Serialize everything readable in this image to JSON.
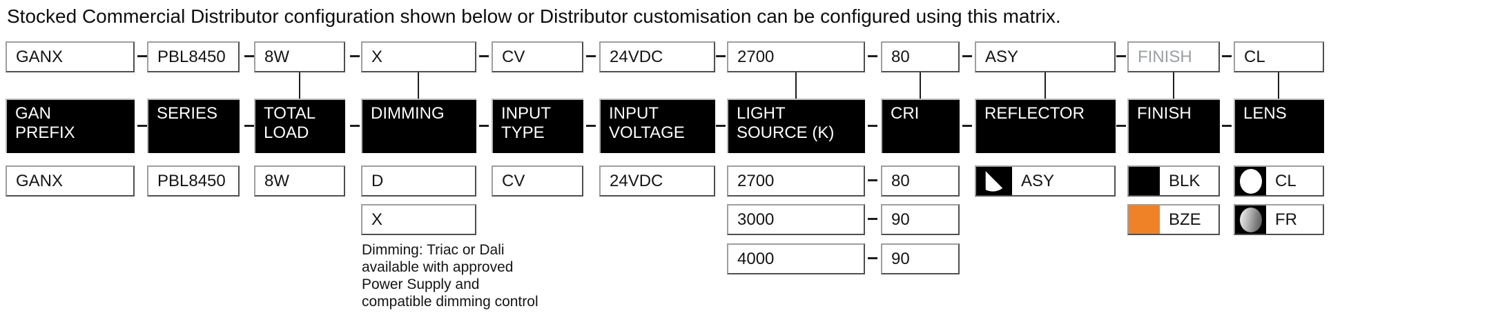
{
  "title": "Stocked Commercial Distributor configuration shown below or Distributor customisation can be configured using this matrix.",
  "columns": [
    {
      "key": "gan-prefix",
      "header": "GAN\nPREFIX",
      "code": "GANX",
      "options": [
        "GANX"
      ]
    },
    {
      "key": "series",
      "header": "SERIES",
      "code": "PBL8450",
      "options": [
        "PBL8450"
      ]
    },
    {
      "key": "total-load",
      "header": "TOTAL\nLOAD",
      "code": "8W",
      "options": [
        "8W"
      ]
    },
    {
      "key": "dimming",
      "header": "DIMMING",
      "code": "X",
      "options": [
        "D",
        "X"
      ]
    },
    {
      "key": "input-type",
      "header": "INPUT\nTYPE",
      "code": "CV",
      "options": [
        "CV"
      ]
    },
    {
      "key": "input-voltage",
      "header": "INPUT\nVOLTAGE",
      "code": "24VDC",
      "options": [
        "24VDC"
      ]
    },
    {
      "key": "light-source",
      "header": "LIGHT\nSOURCE (K)",
      "code": "2700",
      "options": [
        "2700",
        "3000",
        "4000"
      ]
    },
    {
      "key": "cri",
      "header": "CRI",
      "code": "80",
      "options": [
        "80",
        "90",
        "90"
      ]
    },
    {
      "key": "reflector",
      "header": "REFLECTOR",
      "code": "ASY",
      "options": [
        {
          "label": "ASY",
          "icon": "asymmetric-beam-icon"
        }
      ]
    },
    {
      "key": "finish",
      "header": "FINISH",
      "code": "FINISH",
      "code_is_placeholder": true,
      "options": [
        {
          "label": "BLK",
          "swatch": "black"
        },
        {
          "label": "BZE",
          "swatch": "bronze"
        }
      ]
    },
    {
      "key": "lens",
      "header": "LENS",
      "code": "CL",
      "options": [
        {
          "label": "CL",
          "icon": "clear-lens-icon"
        },
        {
          "label": "FR",
          "icon": "frosted-lens-icon"
        }
      ]
    }
  ],
  "note": "Dimming: Triac or Dali\navailable with approved\nPower Supply and\ncompatible dimming control",
  "colors": {
    "black_swatch": "#000000",
    "bronze_swatch": "#EF8227",
    "placeholder_text": "#9B9FA2"
  }
}
